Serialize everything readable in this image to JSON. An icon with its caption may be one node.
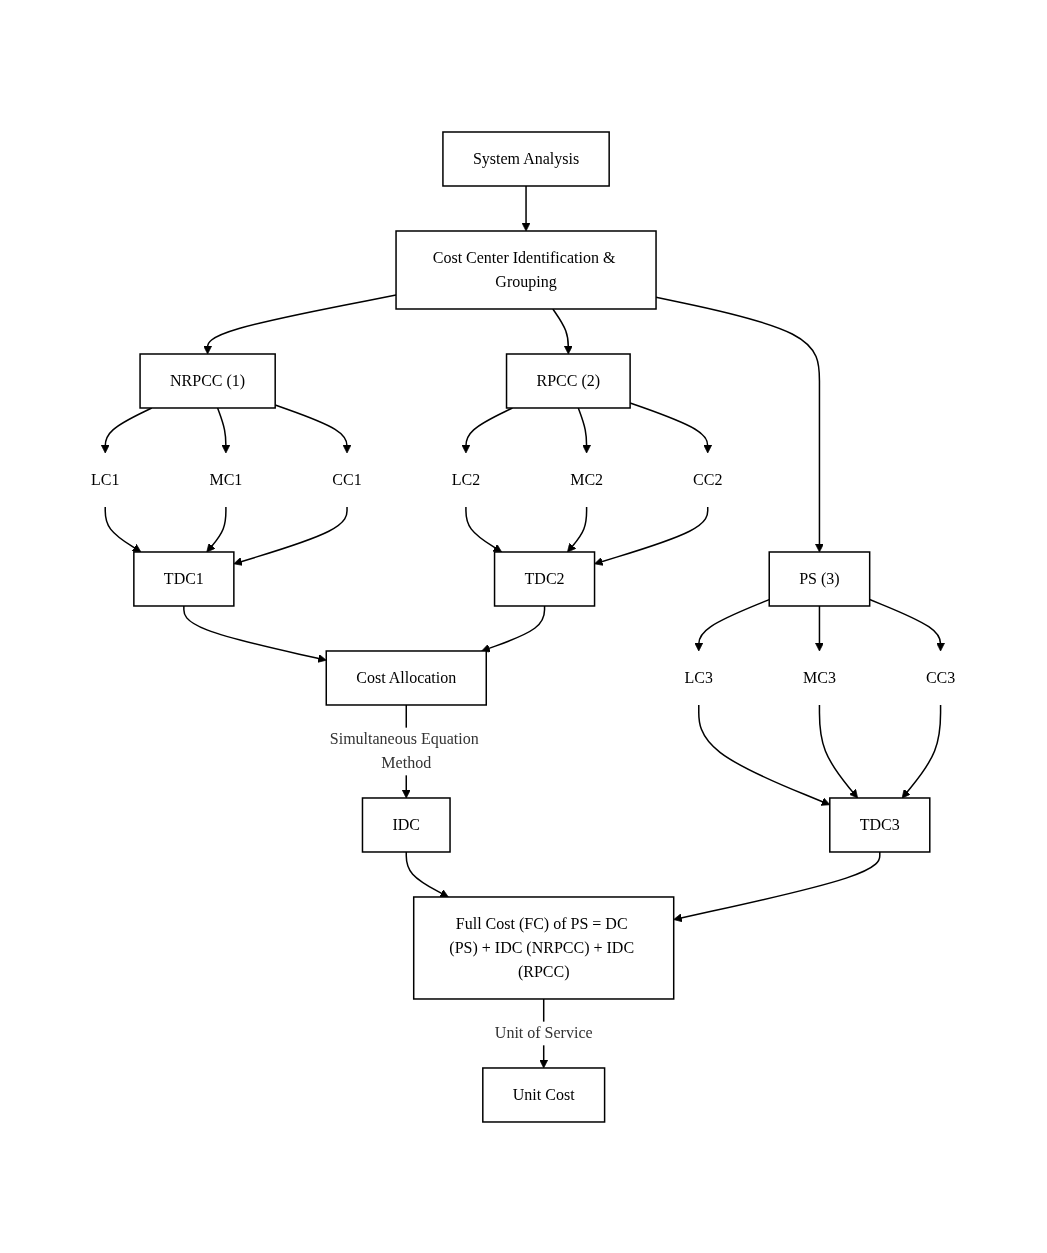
{
  "diagram": {
    "nodes": [
      {
        "text": [
          "System Analysis"
        ]
      },
      {
        "text": [
          "Cost Center Identification & Grouping"
        ]
      },
      {
        "text": [
          "NRPCC (1)"
        ]
      },
      {
        "text": [
          "RPCC (2)"
        ]
      },
      {
        "text": [
          "PS (3)"
        ]
      },
      {
        "text": [
          "LC1"
        ]
      },
      {
        "text": [
          "MC1"
        ]
      },
      {
        "text": [
          "CC1"
        ]
      },
      {
        "text": [
          "LC2"
        ]
      },
      {
        "text": [
          "MC2"
        ]
      },
      {
        "text": [
          "CC2"
        ]
      },
      {
        "text": [
          "LC3"
        ]
      },
      {
        "text": [
          "MC3"
        ]
      },
      {
        "text": [
          "CC3"
        ]
      },
      {
        "text": [
          "TDC1"
        ]
      },
      {
        "text": [
          "TDC2"
        ]
      },
      {
        "text": [
          "TDC3"
        ]
      },
      {
        "text": [
          "Cost Allocation"
        ]
      },
      {
        "text": [
          "IDC"
        ]
      },
      {
        "text": [
          "Full Cost (FC) of PS = DC (PS) + IDC (NRPCC) + IDC (RPCC)"
        ]
      },
      {
        "text": [
          "Unit Cost"
        ]
      }
    ],
    "edges": [
      {
        "from": 0,
        "to": 1,
        "arrow": "to"
      },
      {
        "from": 1,
        "to": 2,
        "arrow": "to"
      },
      {
        "from": 1,
        "to": 3,
        "arrow": "to"
      },
      {
        "from": 1,
        "to": 4,
        "arrow": "to"
      },
      {
        "from": 2,
        "to": 5,
        "arrow": "to"
      },
      {
        "from": 2,
        "to": 6,
        "arrow": "to"
      },
      {
        "from": 2,
        "to": 7,
        "arrow": "to"
      },
      {
        "from": 3,
        "to": 8,
        "arrow": "to"
      },
      {
        "from": 3,
        "to": 9,
        "arrow": "to"
      },
      {
        "from": 3,
        "to": 10,
        "arrow": "to"
      },
      {
        "from": 4,
        "to": 11,
        "arrow": "to"
      },
      {
        "from": 4,
        "to": 12,
        "arrow": "to"
      },
      {
        "from": 4,
        "to": 13,
        "arrow": "to"
      },
      {
        "from": 5,
        "to": 14,
        "arrow": "to"
      },
      {
        "from": 6,
        "to": 14,
        "arrow": "to"
      },
      {
        "from": 7,
        "to": 14,
        "arrow": "to"
      },
      {
        "from": 8,
        "to": 15,
        "arrow": "to"
      },
      {
        "from": 9,
        "to": 15,
        "arrow": "to"
      },
      {
        "from": 10,
        "to": 15,
        "arrow": "to"
      },
      {
        "from": 11,
        "to": 16,
        "arrow": "to"
      },
      {
        "from": 12,
        "to": 16,
        "arrow": "to"
      },
      {
        "from": 13,
        "to": 16,
        "arrow": "to"
      },
      {
        "from": 14,
        "to": 17,
        "arrow": "to"
      },
      {
        "from": 15,
        "to": 17,
        "arrow": "to"
      },
      {
        "from": 17,
        "to": 18,
        "label": "Simultaneous Equation Method",
        "arrow": "to"
      },
      {
        "from": 18,
        "to": 19,
        "arrow": "to"
      },
      {
        "from": 16,
        "to": 19,
        "arrow": "to"
      },
      {
        "from": 19,
        "to": 20,
        "label": "Unit of Service",
        "arrow": "to"
      }
    ]
  }
}
